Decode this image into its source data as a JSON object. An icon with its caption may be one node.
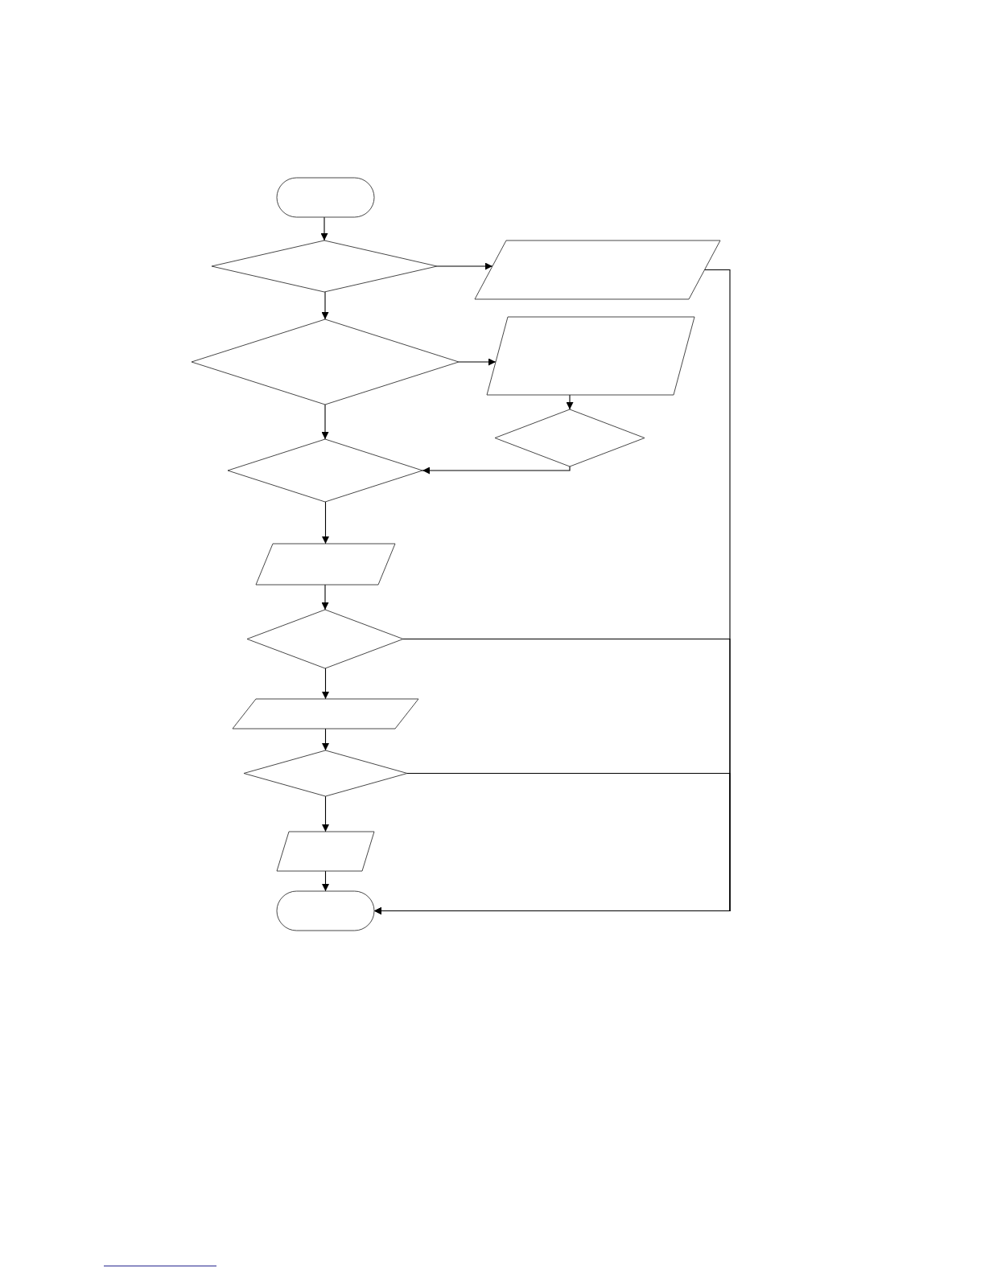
{
  "diagram": {
    "nodes": [
      {
        "text": [],
        "shape": "box"
      },
      {
        "text": [],
        "shape": "diamond"
      },
      {
        "text": [],
        "shape": "parallelogram"
      },
      {
        "text": [],
        "shape": "diamond"
      },
      {
        "text": [],
        "shape": "parallelogram"
      },
      {
        "text": [],
        "shape": "diamond"
      },
      {
        "text": [],
        "shape": "diamond"
      },
      {
        "text": [],
        "shape": "parallelogram"
      },
      {
        "text": [],
        "shape": "diamond"
      },
      {
        "text": [],
        "shape": "parallelogram"
      },
      {
        "text": [],
        "shape": "diamond"
      },
      {
        "text": [],
        "shape": "parallelogram"
      },
      {
        "text": [],
        "shape": "box"
      }
    ],
    "edges": [
      {
        "from": 0,
        "to": 1,
        "arrow": "to"
      },
      {
        "from": 1,
        "to": 2,
        "arrow": "to"
      },
      {
        "from": 1,
        "to": 3,
        "arrow": "to"
      },
      {
        "from": 3,
        "to": 4,
        "arrow": "to"
      },
      {
        "from": 3,
        "to": 6,
        "arrow": "to"
      },
      {
        "from": 4,
        "to": 5,
        "arrow": "to"
      },
      {
        "from": 5,
        "to": 6,
        "arrow": "to"
      },
      {
        "from": 6,
        "to": 7,
        "arrow": "to"
      },
      {
        "from": 7,
        "to": 8,
        "arrow": "to"
      },
      {
        "from": 2,
        "to": 12,
        "arrow": "to"
      },
      {
        "from": 8,
        "to": 12,
        "arrow": "to"
      },
      {
        "from": 8,
        "to": 9,
        "arrow": "to"
      },
      {
        "from": 9,
        "to": 10,
        "arrow": "to"
      },
      {
        "from": 10,
        "to": 12,
        "arrow": "to"
      },
      {
        "from": 10,
        "to": 11,
        "arrow": "to"
      },
      {
        "from": 11,
        "to": 12,
        "arrow": "to"
      }
    ]
  }
}
